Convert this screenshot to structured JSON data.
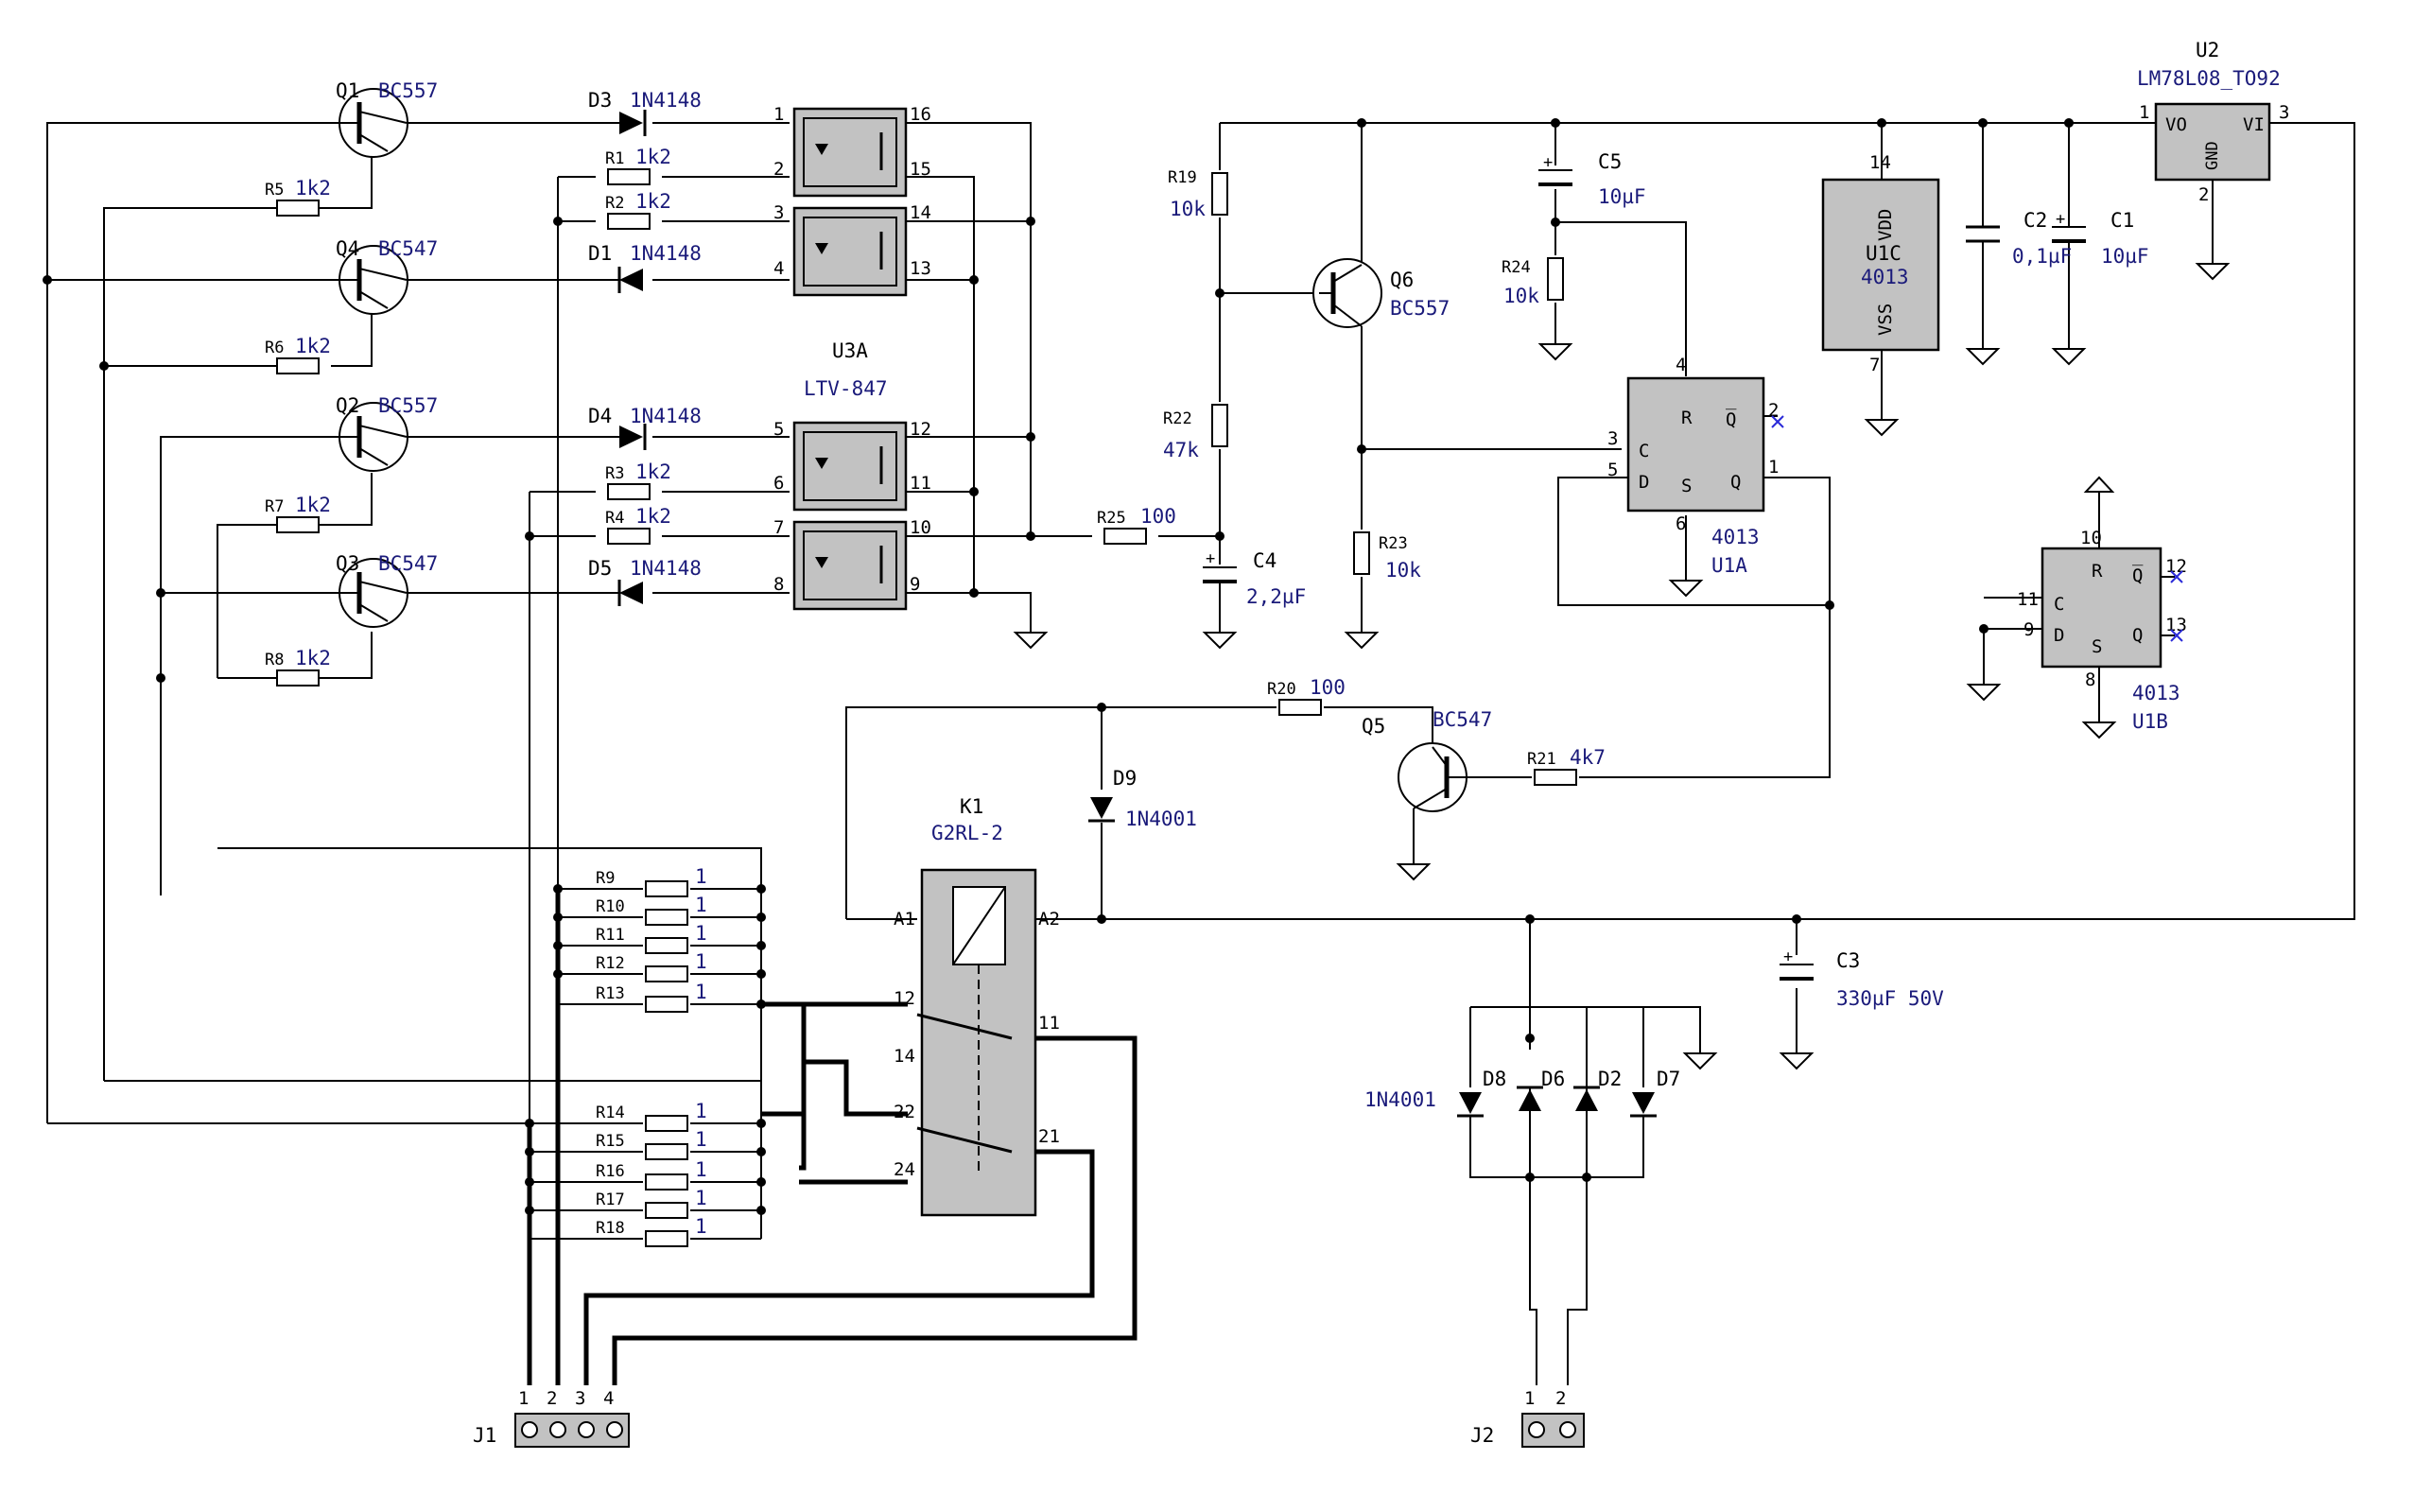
{
  "components": {
    "q1": {
      "ref": "Q1",
      "value": "BC557"
    },
    "q2": {
      "ref": "Q2",
      "value": "BC557"
    },
    "q3": {
      "ref": "Q3",
      "value": "BC547"
    },
    "q4": {
      "ref": "Q4",
      "value": "BC547"
    },
    "q5": {
      "ref": "Q5",
      "value": "BC547"
    },
    "q6": {
      "ref": "Q6",
      "value": "BC557"
    },
    "d1": {
      "ref": "D1",
      "value": "1N4148"
    },
    "d3": {
      "ref": "D3",
      "value": "1N4148"
    },
    "d4": {
      "ref": "D4",
      "value": "1N4148"
    },
    "d5": {
      "ref": "D5",
      "value": "1N4148"
    },
    "d9": {
      "ref": "D9",
      "value": "1N4001"
    },
    "dbridge": {
      "value": "1N4001",
      "refs": [
        "D8",
        "D6",
        "D2",
        "D7"
      ]
    },
    "r1": {
      "ref": "R1",
      "value": "1k2"
    },
    "r2": {
      "ref": "R2",
      "value": "1k2"
    },
    "r3": {
      "ref": "R3",
      "value": "1k2"
    },
    "r4": {
      "ref": "R4",
      "value": "1k2"
    },
    "r5": {
      "ref": "R5",
      "value": "1k2"
    },
    "r6": {
      "ref": "R6",
      "value": "1k2"
    },
    "r7": {
      "ref": "R7",
      "value": "1k2"
    },
    "r8": {
      "ref": "R8",
      "value": "1k2"
    },
    "r19": {
      "ref": "R19",
      "value": "10k"
    },
    "r20": {
      "ref": "R20",
      "value": "100"
    },
    "r21": {
      "ref": "R21",
      "value": "4k7"
    },
    "r22": {
      "ref": "R22",
      "value": "47k"
    },
    "r23": {
      "ref": "R23",
      "value": "10k"
    },
    "r24": {
      "ref": "R24",
      "value": "10k"
    },
    "r25": {
      "ref": "R25",
      "value": "100"
    },
    "c1": {
      "ref": "C1",
      "value": "10µF"
    },
    "c2": {
      "ref": "C2",
      "value": "0,1µF"
    },
    "c3": {
      "ref": "C3",
      "value": "330µF 50V"
    },
    "c4": {
      "ref": "C4",
      "value": "2,2µF"
    },
    "c5": {
      "ref": "C5",
      "value": "10µF"
    },
    "u3a": {
      "ref": "U3A",
      "value": "LTV-847"
    },
    "u2": {
      "ref": "U2",
      "value": "LM78L08_TO92",
      "pins": {
        "vo": "VO",
        "vi": "VI",
        "gnd": "GND"
      }
    },
    "u1a": {
      "ref": "U1A",
      "value": "4013"
    },
    "u1b": {
      "ref": "U1B",
      "value": "4013"
    },
    "u1c": {
      "ref": "U1C",
      "value": "4013",
      "vdd": "VDD",
      "vss": "VSS"
    },
    "k1": {
      "ref": "K1",
      "value": "G2RL-2"
    },
    "j1": {
      "ref": "J1"
    },
    "j2": {
      "ref": "J2"
    }
  },
  "resistor_bank_top": {
    "refs": [
      "R9",
      "R10",
      "R11",
      "R12",
      "R13"
    ],
    "value": "1"
  },
  "resistor_bank_bottom": {
    "refs": [
      "R14",
      "R15",
      "R16",
      "R17",
      "R18"
    ],
    "value": "1"
  },
  "ff_pins": {
    "c": "C",
    "d": "D",
    "r": "R",
    "s": "S",
    "q": "Q",
    "qbar": "Q̅"
  },
  "pin_numbers": {
    "opto_left": [
      "1",
      "2",
      "3",
      "4",
      "5",
      "6",
      "7",
      "8"
    ],
    "opto_right": [
      "16",
      "15",
      "14",
      "13",
      "12",
      "11",
      "10",
      "9"
    ],
    "u1a": {
      "r": "4",
      "c": "3",
      "d": "5",
      "s": "6",
      "q": "1",
      "qb": "2"
    },
    "u1b": {
      "r": "10",
      "c": "11",
      "d": "9",
      "s": "8",
      "q": "13",
      "qb": "12"
    },
    "u1c": {
      "vdd": "14",
      "vss": "7"
    },
    "u2": {
      "vo": "1",
      "vi": "3",
      "gnd": "2"
    },
    "k1": {
      "a1": "A1",
      "a2": "A2",
      "p12": "12",
      "p11": "11",
      "p14": "14",
      "p22": "22",
      "p21": "21",
      "p24": "24"
    },
    "j1": [
      "1",
      "2",
      "3",
      "4"
    ],
    "j2": [
      "1",
      "2"
    ]
  }
}
